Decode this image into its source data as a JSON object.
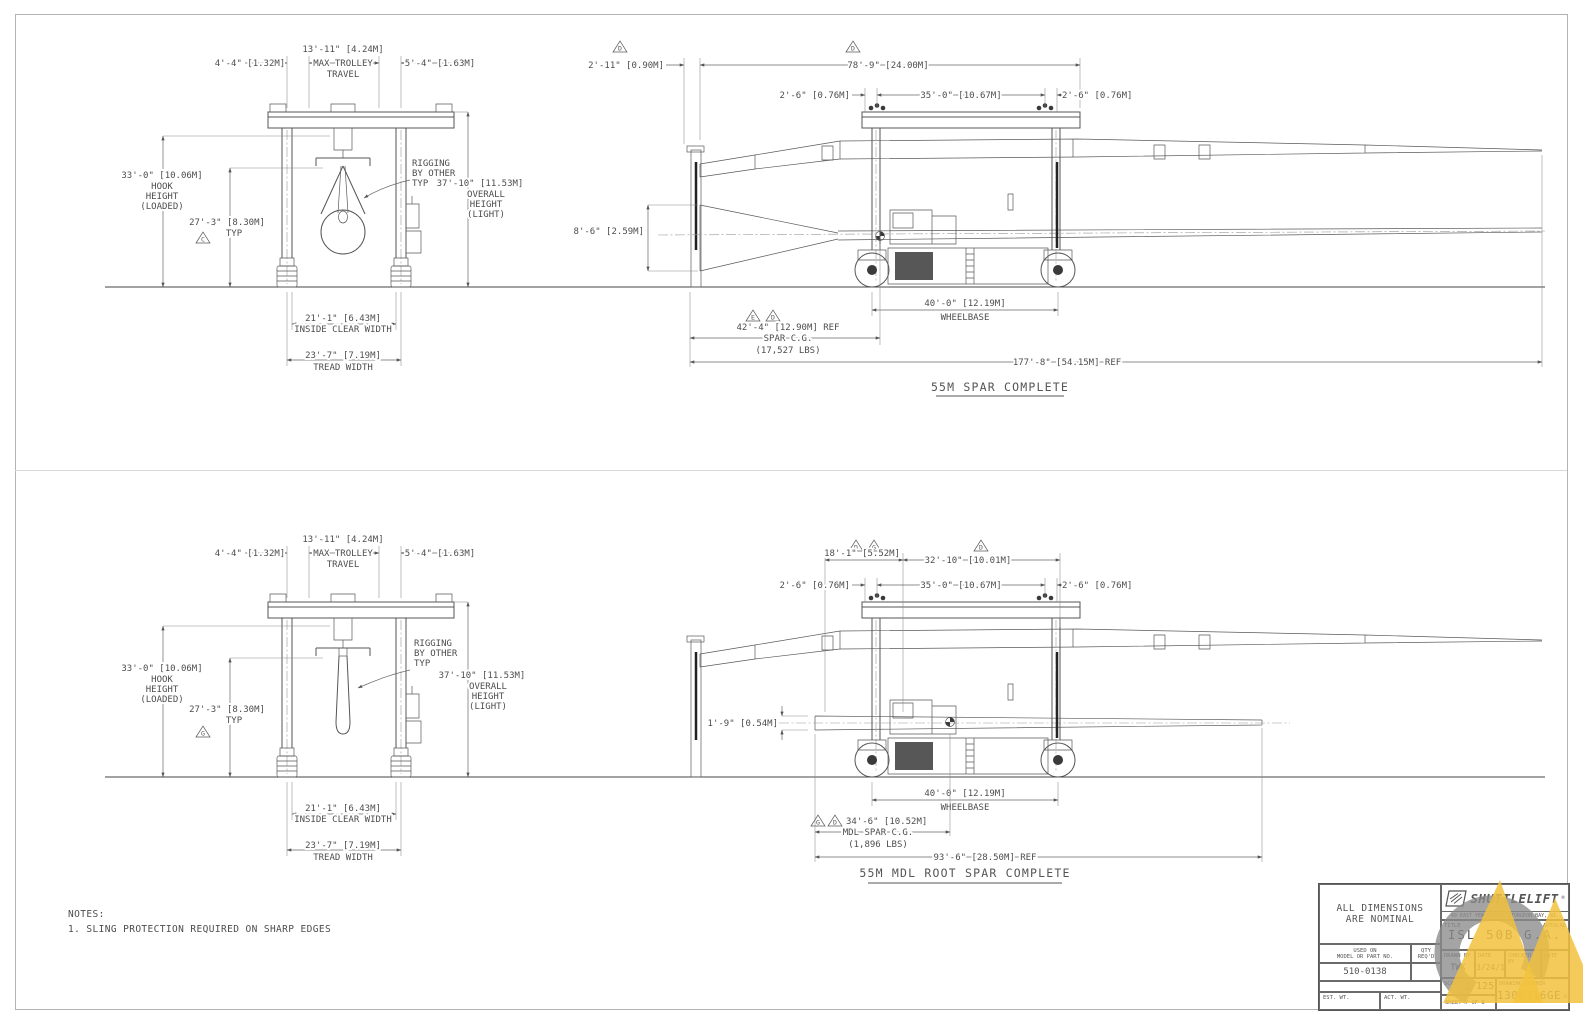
{
  "sheet": {
    "type": "engineering-drawing",
    "line_color": "#555555",
    "watermark": {
      "gray": "#8b8b8b",
      "yellow": "#f2c23e"
    }
  },
  "views": {
    "front_top": {
      "labels": {
        "dim_a": "4'-4\" [1.32M]",
        "dim_b": "13'-11\" [4.24M]",
        "dim_b2": "MAX TROLLEY",
        "dim_b3": "TRAVEL",
        "dim_c": "5'-4\" [1.63M]",
        "hook1": "33'-0\" [10.06M]",
        "hook2": "HOOK",
        "hook3": "HEIGHT",
        "hook4": "(LOADED)",
        "typ1": "27'-3\" [8.30M]",
        "typ2": "TYP",
        "flag": "C",
        "rig1": "RIGGING",
        "rig2": "BY OTHER",
        "rig3": "TYP",
        "oh1": "37'-10\" [11.53M]",
        "oh2": "OVERALL",
        "oh3": "HEIGHT",
        "oh4": "(LIGHT)",
        "icw1": "21'-1\" [6.43M]",
        "icw2": "INSIDE CLEAR WIDTH",
        "tw1": "23'-7\" [7.19M]",
        "tw2": "TREAD WIDTH"
      }
    },
    "side_top": {
      "labels": {
        "flag_d": "D",
        "flag_e": "E",
        "dim_offset": "2'-11\" [0.90M]",
        "dim_span": "78'-9\" [24.00M]",
        "dim_left": "2'-6\" [0.76M]",
        "dim_mid": "35'-0\" [10.67M]",
        "dim_right": "2'-6\" [0.76M]",
        "root_dia": "8'-6\" [2.59M]",
        "wb1": "40'-0\" [12.19M]",
        "wb2": "WHEELBASE",
        "cg1": "42'-4\" [12.90M] REF",
        "cg2": "SPAR C.G.",
        "cg3": "(17,527 LBS)",
        "overall": "177'-8\" [54.15M] REF",
        "title": "55M SPAR COMPLETE"
      }
    },
    "front_bottom": {
      "labels": {
        "dim_a": "4'-4\" [1.32M]",
        "dim_b": "13'-11\" [4.24M]",
        "dim_b2": "MAX TROLLEY",
        "dim_b3": "TRAVEL",
        "dim_c": "5'-4\" [1.63M]",
        "hook1": "33'-0\" [10.06M]",
        "hook2": "HOOK",
        "hook3": "HEIGHT",
        "hook4": "(LOADED)",
        "typ1": "27'-3\" [8.30M]",
        "typ2": "TYP",
        "flag": "G",
        "rig1": "RIGGING",
        "rig2": "BY OTHER",
        "rig3": "TYP",
        "oh1": "37'-10\" [11.53M]",
        "oh2": "OVERALL",
        "oh3": "HEIGHT",
        "oh4": "(LIGHT)",
        "icw1": "21'-1\" [6.43M]",
        "icw2": "INSIDE CLEAR WIDTH",
        "tw1": "23'-7\" [7.19M]",
        "tw2": "TREAD WIDTH"
      }
    },
    "side_bottom": {
      "labels": {
        "flag_d": "D",
        "flag_g": "G",
        "dim_a": "18'-1\" [5.52M]",
        "dim_b": "32'-10\" [10.01M]",
        "dim_left": "2'-6\" [0.76M]",
        "dim_mid": "35'-0\" [10.67M]",
        "dim_right": "2'-6\" [0.76M]",
        "tube_h": "1'-9\" [0.54M]",
        "wb1": "40'-0\" [12.19M]",
        "wb2": "WHEELBASE",
        "cg1": "34'-6\" [10.52M]",
        "cg2": "MDL SPAR C.G.",
        "cg3": "(1,896 LBS)",
        "overall": "93'-6\" [28.50M] REF",
        "title": "55M MDL ROOT SPAR COMPLETE"
      }
    }
  },
  "notes": {
    "heading": "NOTES:",
    "item1": "1. SLING PROTECTION REQUIRED ON SHARP EDGES"
  },
  "title_block": {
    "nominal1": "ALL DIMENSIONS",
    "nominal2": "ARE NOMINAL",
    "brand": "SHUTTLELIFT",
    "reg": "®",
    "address": "49 EAST YEW STREET   STURGEON BAY, WI. 54235",
    "title_label": "TITLE",
    "autocad": "AUTOCAD",
    "drawing_title": "ISL 50B G.A.",
    "used_on1": "USED ON",
    "used_on2": "MODEL OR PART NO.",
    "qty1": "QTY",
    "qty2": "REQ'D",
    "part_no": "510-0138",
    "est_wt": "EST. WT.",
    "act_wt": "ACT. WT.",
    "drawn_by_label": "DRAWN BY",
    "drawn_by": "TWK",
    "date_label": "DATE",
    "date": "3/24/11",
    "checked_label": "CHECKED BY",
    "date2_label": "DATE",
    "scale_label": "SCALE",
    "scale": "1/125",
    "sheet": "SHEET 7 OF 8",
    "dwg_label": "DRAWING NUMBER",
    "dwg_no": "1300316GE",
    "rev": "2"
  }
}
